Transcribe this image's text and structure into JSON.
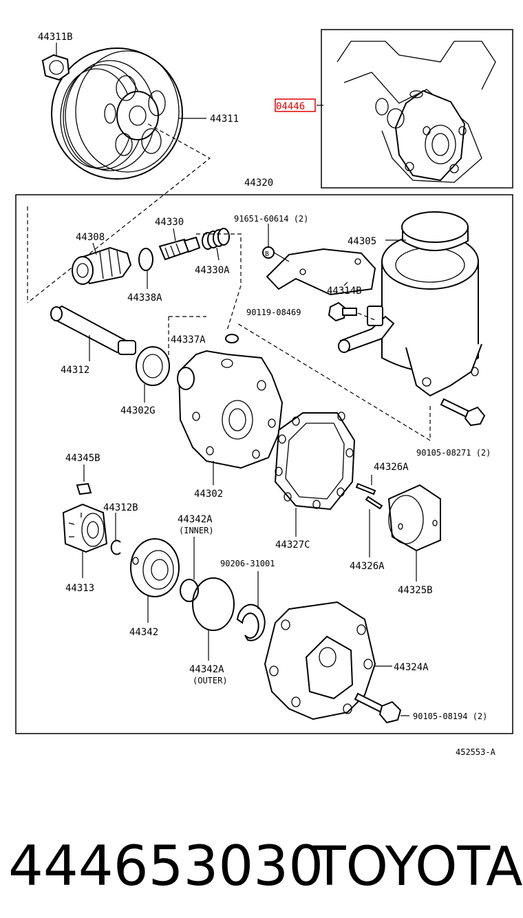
{
  "labels": {
    "p44311B": "44311B",
    "p44311": "44311",
    "p04446": "04446",
    "p44320": "44320",
    "p44330": "44330",
    "p44308": "44308",
    "p91651": "91651-60614 (2)",
    "p44305": "44305",
    "p44330A": "44330A",
    "p44338A": "44338A",
    "p44314B": "44314B",
    "p90119": "90119-08469",
    "p44337A": "44337A",
    "p44312": "44312",
    "p44302G": "44302G",
    "p90105a": "90105-08271 (2)",
    "p44345B": "44345B",
    "p44302": "44302",
    "p44326A_top": "44326A",
    "p44312B": "44312B",
    "p44342A_inner": "44342A",
    "inner": "(INNER)",
    "p44327C": "44327C",
    "p44326A_bottom": "44326A",
    "p44313": "44313",
    "p90206": "90206-31001",
    "p44325B": "44325B",
    "p44342": "44342",
    "p44324A": "44324A",
    "p44342A_outer": "44342A",
    "outer": "(OUTER)",
    "p90105b": "90105-08194 (2)",
    "bolt_mark": "B",
    "ref": "452553-A"
  },
  "footer": {
    "part_number": "444653030",
    "brand": "TOYOTA"
  },
  "colors": {
    "highlight": "#e00000",
    "ink": "#000000"
  }
}
